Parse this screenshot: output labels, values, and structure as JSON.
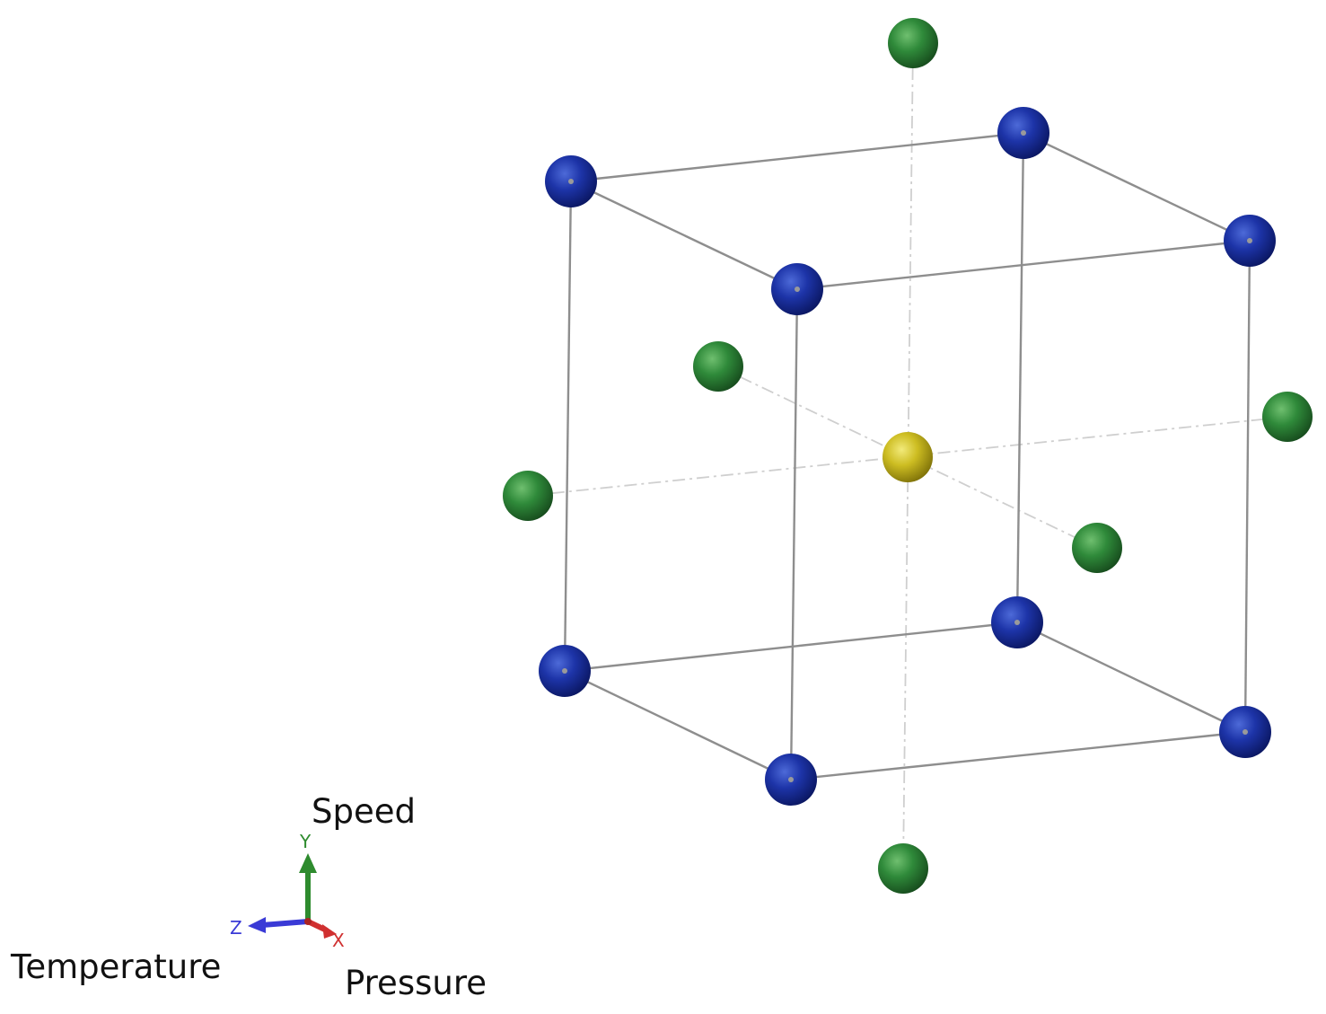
{
  "diagram": {
    "node_types": [
      {
        "name": "corner",
        "count": 8,
        "color": "#1a2f9c"
      },
      {
        "name": "axial",
        "count": 6,
        "color": "#2e7d32"
      },
      {
        "name": "center",
        "count": 1,
        "color": "#c9b81c"
      }
    ],
    "axes": {
      "y": {
        "letter": "Y",
        "label": "Speed",
        "color": "#2e8b2e"
      },
      "z": {
        "letter": "Z",
        "label": "Temperature",
        "color": "#3a3ad6"
      },
      "x": {
        "letter": "X",
        "label": "Pressure",
        "color": "#d03030"
      }
    }
  }
}
